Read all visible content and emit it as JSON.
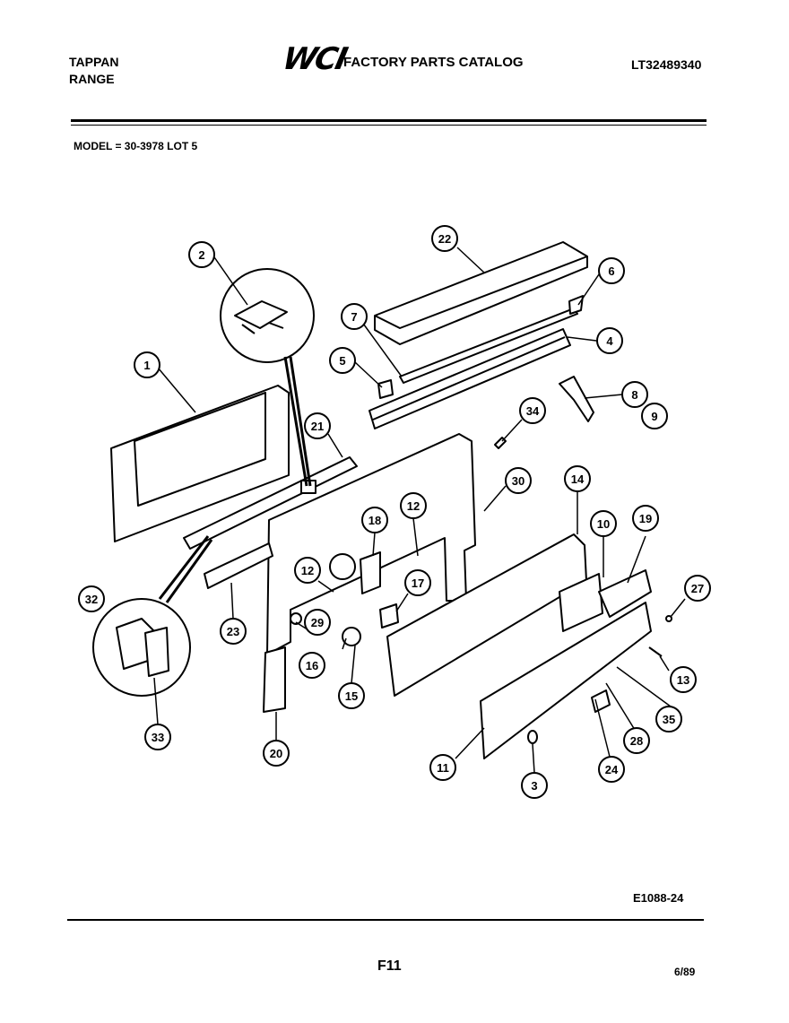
{
  "header": {
    "brand_line1": "TAPPAN",
    "brand_line2": "RANGE",
    "logo": "WCI",
    "catalog_title": "FACTORY PARTS CATALOG",
    "catalog_number": "LT32489340"
  },
  "model_line": "MODEL = 30-3978 LOT 5",
  "footer": {
    "reference_code": "E1088-24",
    "page_number": "F11",
    "date": "6/89"
  },
  "callouts": [
    "22",
    "2",
    "6",
    "7",
    "4",
    "5",
    "1",
    "8",
    "9",
    "34",
    "21",
    "30",
    "14",
    "18",
    "12",
    "10",
    "19",
    "27",
    "12",
    "17",
    "32",
    "29",
    "23",
    "16",
    "13",
    "15",
    "35",
    "28",
    "33",
    "20",
    "11",
    "24",
    "3"
  ]
}
